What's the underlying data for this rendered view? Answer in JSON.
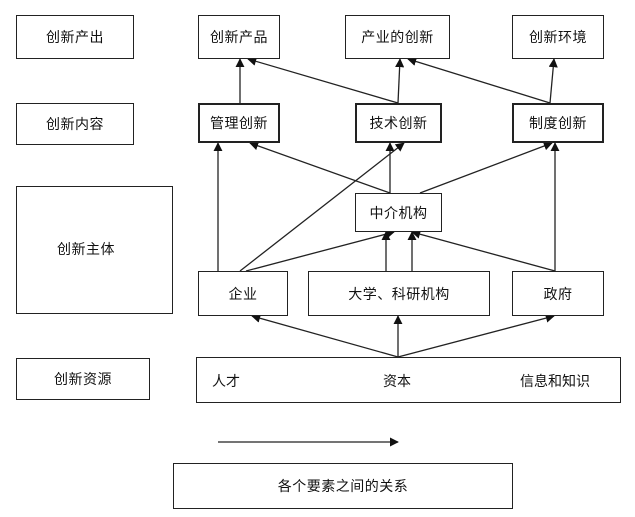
{
  "left_labels": {
    "output": "创新产出",
    "content": "创新内容",
    "subject": "创新主体",
    "resource": "创新资源"
  },
  "output_nodes": [
    "创新产品",
    "产业的创新",
    "创新环境"
  ],
  "content_nodes": [
    "管理创新",
    "技术创新",
    "制度创新"
  ],
  "intermediary": "中介机构",
  "subject_nodes": [
    "企业",
    "大学、科研机构",
    "政府"
  ],
  "resources": {
    "talent": "人才",
    "capital": "资本",
    "knowledge": "信息和知识"
  },
  "legend": {
    "caption": "各个要素之间的关系"
  }
}
